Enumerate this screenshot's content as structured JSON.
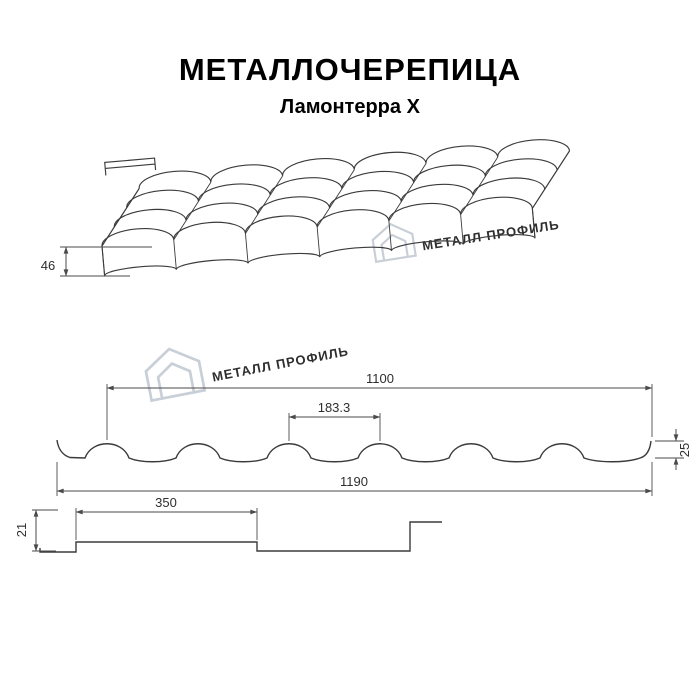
{
  "header": {
    "title": "МЕТАЛЛОЧЕРЕПИЦА",
    "subtitle": "Ламонтерра X"
  },
  "watermark": {
    "text": "МЕТАЛЛ ПРОФИЛЬ",
    "color": "#c9cfd7"
  },
  "perspective_view": {
    "edge_height_mm": "46"
  },
  "cross_section": {
    "cover_width_mm": "1100",
    "wave_step_mm": "183.3",
    "profile_height_mm": "25",
    "full_width_mm": "1190"
  },
  "side_profile": {
    "module_length_mm": "350",
    "step_height_mm": "21"
  }
}
